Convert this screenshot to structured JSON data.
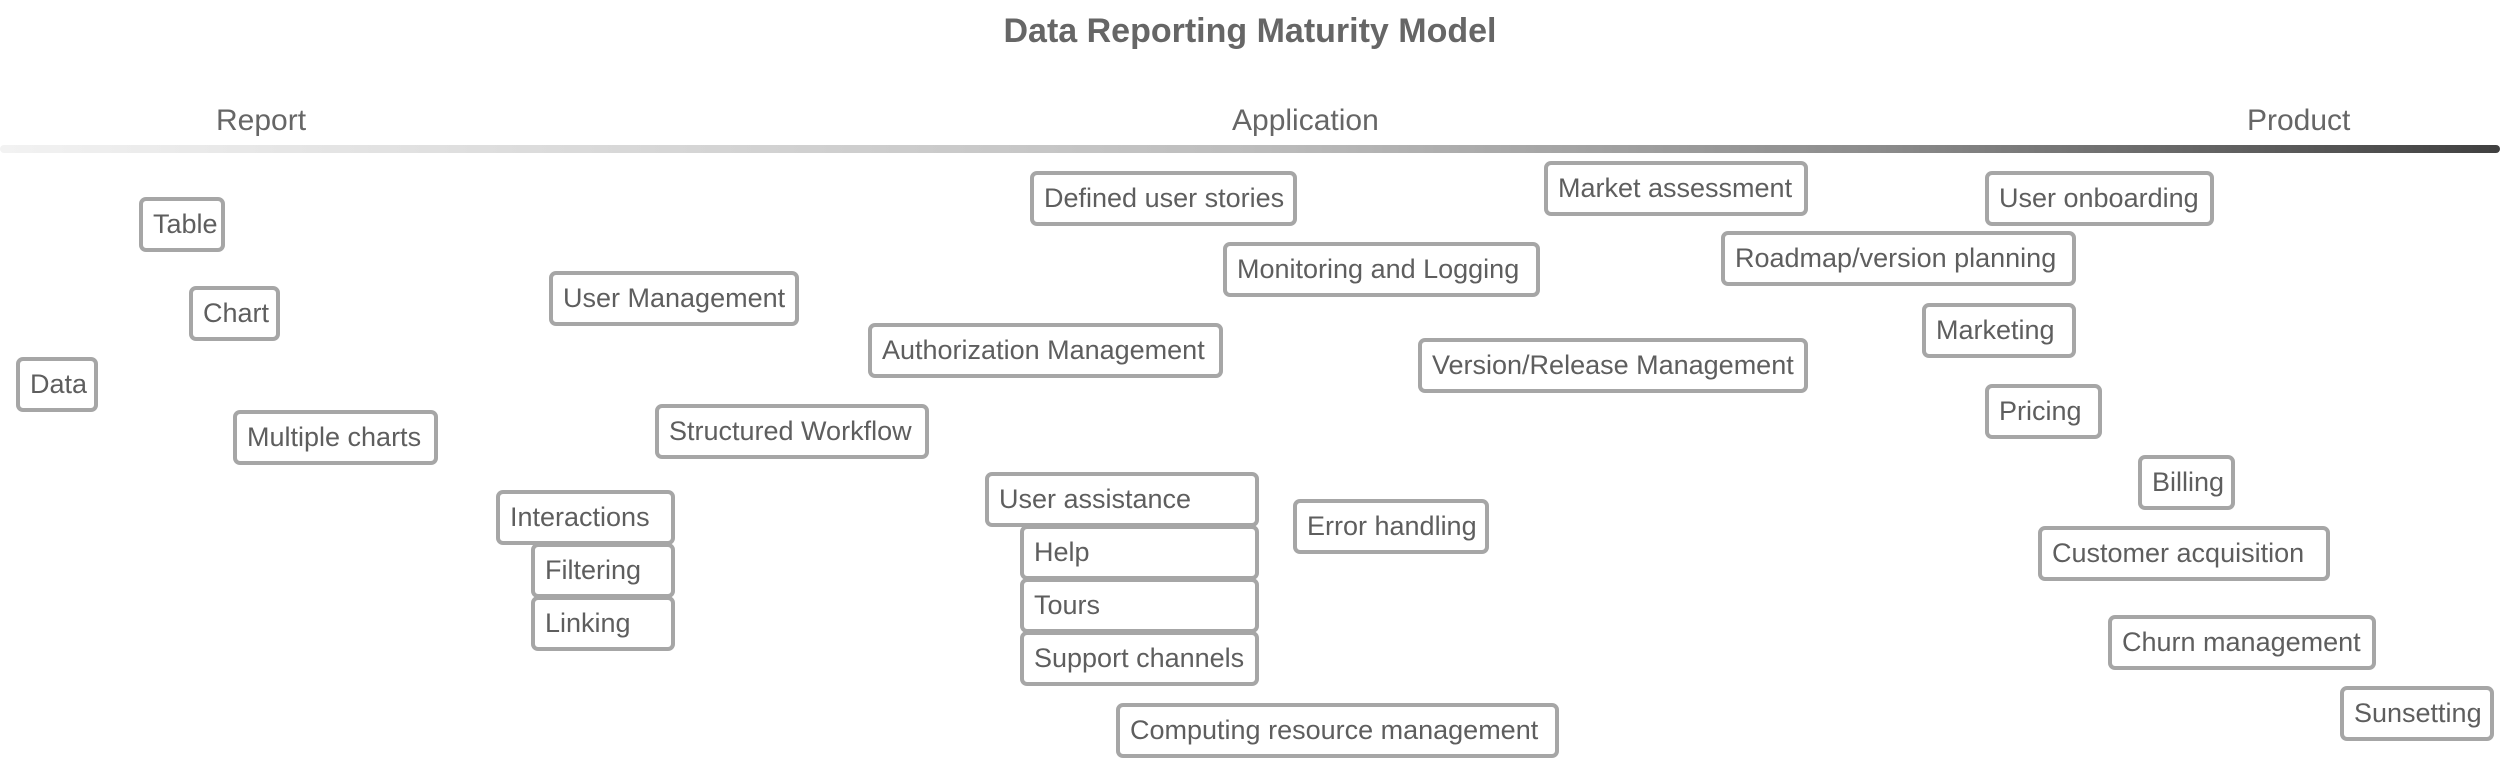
{
  "title": "Data Reporting Maturity Model",
  "stages": [
    "Report",
    "Application",
    "Product"
  ],
  "items": [
    "Table",
    "Chart",
    "Data",
    "Multiple charts",
    "User Management",
    "Structured Workflow",
    "Interactions",
    "Filtering",
    "Linking",
    "Defined user stories",
    "Authorization Management",
    "User assistance",
    "Help",
    "Tours",
    "Support channels",
    "Computing resource management",
    "Monitoring and Logging",
    "Error handling",
    "Market assessment",
    "Version/Release Management",
    "User onboarding",
    "Roadmap/version planning",
    "Marketing",
    "Pricing",
    "Billing",
    "Customer acquisition",
    "Churn management",
    "Sunsetting"
  ]
}
